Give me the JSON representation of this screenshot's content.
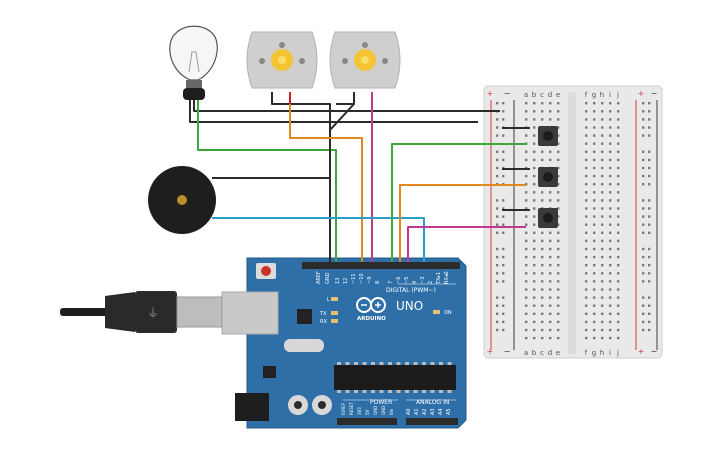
{
  "board": {
    "brand": "ARDUINO",
    "model": "UNO",
    "digital_label": "DIGITAL (PWM~)",
    "power_label": "POWER",
    "analog_label": "ANALOG IN",
    "on_label": "ON",
    "tx_label": "TX",
    "rx_label": "RX",
    "l_label": "L",
    "aref_label": "AREF",
    "gnd_label": "GND",
    "digital_pins": [
      "13",
      "12",
      "~11",
      "~10",
      "~9",
      "8",
      "7",
      "~6",
      "~5",
      "4",
      "~3",
      "2",
      "TX▸1",
      "RX◂0"
    ],
    "power_pins": [
      "IOREF",
      "RESET",
      "3V3",
      "5V",
      "GND",
      "GND",
      "Vin"
    ],
    "analog_pins": [
      "A0",
      "A1",
      "A2",
      "A3",
      "A4",
      "A5"
    ],
    "colors": {
      "pcb": "#2e6fa8",
      "header": "#2b2b2b"
    }
  },
  "breadboard": {
    "columns_left": [
      "a",
      "b",
      "c",
      "d",
      "e"
    ],
    "columns_right": [
      "f",
      "g",
      "h",
      "i",
      "j"
    ],
    "rail_plus": "+",
    "rail_minus": "−",
    "rows": 30
  },
  "components": {
    "bulb": "light-bulb",
    "motors": 2,
    "buzzer": "piezo-buzzer",
    "pushbuttons": 3,
    "usb": "usb-cable"
  },
  "wire_colors": {
    "black": "#2b2b2b",
    "green": "#3ca83c",
    "orange": "#e08a1e",
    "magenta": "#c2388e",
    "blue": "#2a9ec8",
    "red": "#c8202a"
  }
}
